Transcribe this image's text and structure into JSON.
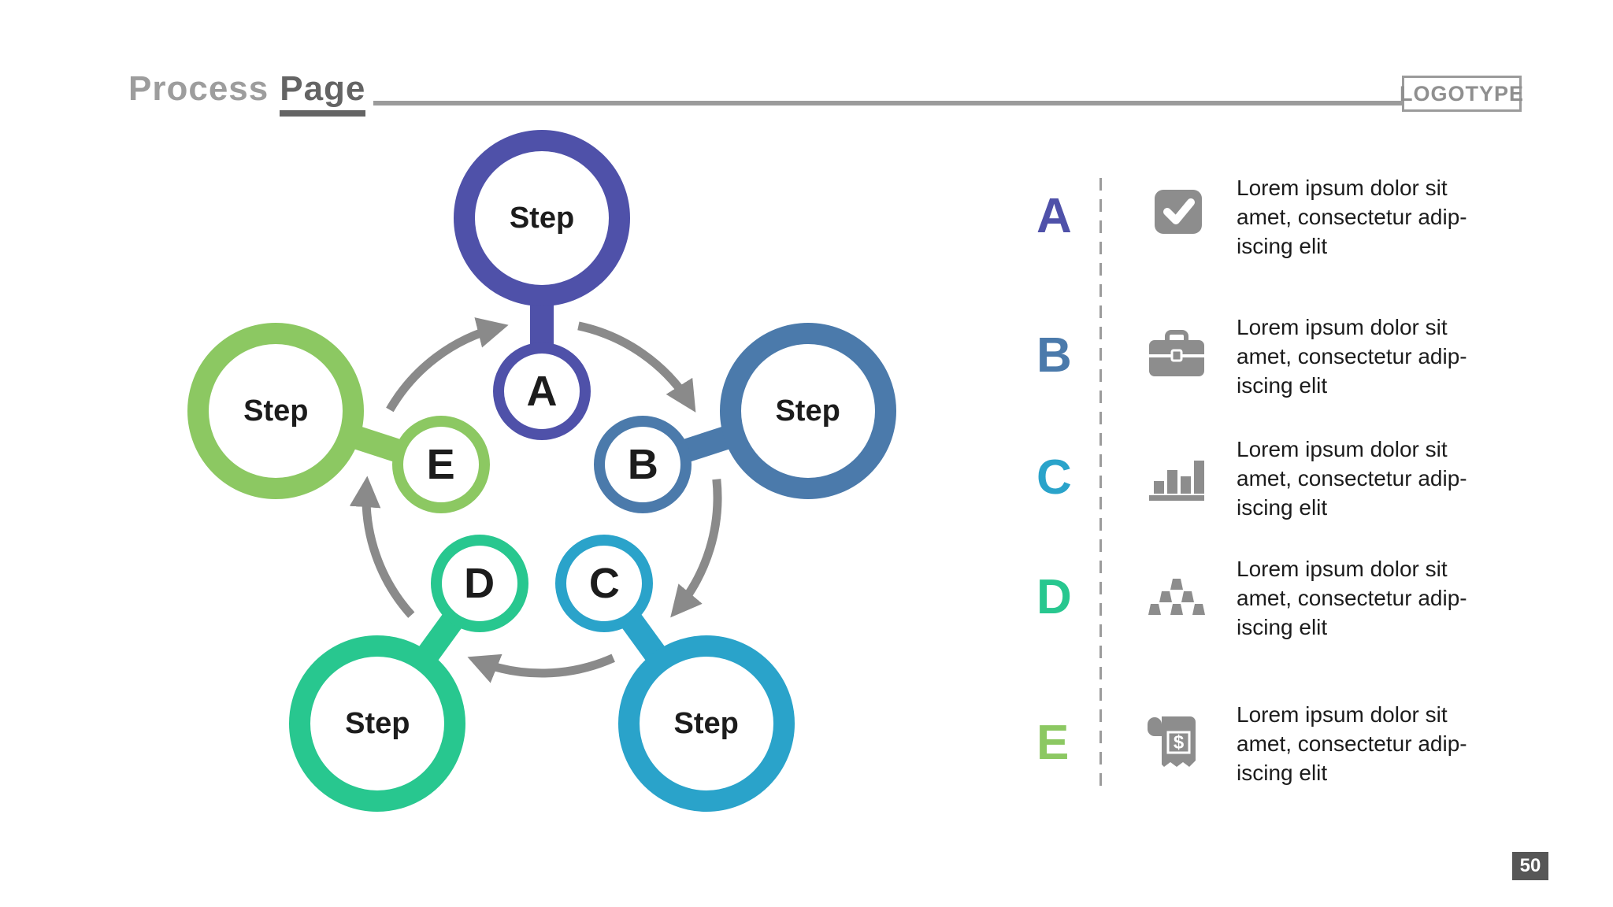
{
  "page": {
    "title_part1": "Process",
    "title_part2": "Page",
    "logotype": "LOGOTYPE",
    "page_number": "50"
  },
  "diagram": {
    "arrow_color": "#8a8a8a",
    "nodes": [
      {
        "id": "A",
        "step_label": "Step",
        "letter": "A",
        "color": "#4f51a9"
      },
      {
        "id": "B",
        "step_label": "Step",
        "letter": "B",
        "color": "#4b7aab"
      },
      {
        "id": "C",
        "step_label": "Step",
        "letter": "C",
        "color": "#2aa3ca"
      },
      {
        "id": "D",
        "step_label": "Step",
        "letter": "D",
        "color": "#28c78f"
      },
      {
        "id": "E",
        "step_label": "Step",
        "letter": "E",
        "color": "#8cc862"
      }
    ]
  },
  "legend": {
    "icon_color": "#8d8d8d",
    "items": [
      {
        "letter": "A",
        "color": "#4f51a9",
        "icon": "check-icon",
        "lines": [
          "Lorem ipsum dolor sit",
          "amet, consectetur adip-",
          "iscing elit"
        ]
      },
      {
        "letter": "B",
        "color": "#4b7aab",
        "icon": "briefcase-icon",
        "lines": [
          "Lorem ipsum dolor sit",
          "amet, consectetur adip-",
          "iscing elit"
        ]
      },
      {
        "letter": "C",
        "color": "#2aa3ca",
        "icon": "bar-chart-icon",
        "lines": [
          "Lorem ipsum dolor sit",
          "amet, consectetur adip-",
          "iscing elit"
        ]
      },
      {
        "letter": "D",
        "color": "#28c78f",
        "icon": "gold-bars-icon",
        "lines": [
          "Lorem ipsum dolor sit",
          "amet, consectetur adip-",
          "iscing elit"
        ]
      },
      {
        "letter": "E",
        "color": "#8cc862",
        "icon": "dollar-scroll-icon",
        "lines": [
          "Lorem ipsum dolor sit",
          "amet, consectetur adip-",
          "iscing elit"
        ]
      }
    ]
  }
}
